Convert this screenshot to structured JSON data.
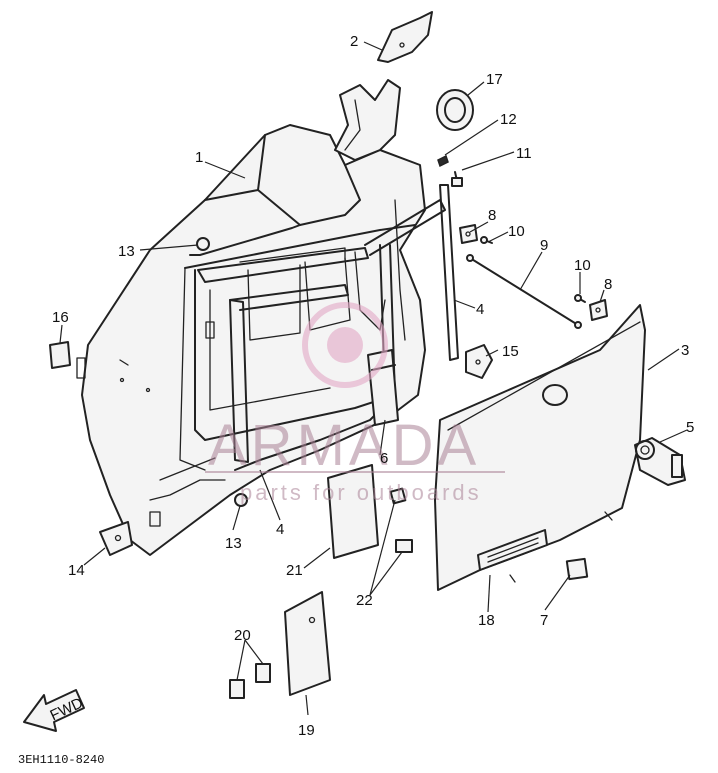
{
  "diagram": {
    "callouts": [
      {
        "id": "c1",
        "label": "1"
      },
      {
        "id": "c2",
        "label": "2"
      },
      {
        "id": "c3",
        "label": "3"
      },
      {
        "id": "c4a",
        "label": "4"
      },
      {
        "id": "c4b",
        "label": "4"
      },
      {
        "id": "c5",
        "label": "5"
      },
      {
        "id": "c6",
        "label": "6"
      },
      {
        "id": "c7",
        "label": "7"
      },
      {
        "id": "c8a",
        "label": "8"
      },
      {
        "id": "c8b",
        "label": "8"
      },
      {
        "id": "c9",
        "label": "9"
      },
      {
        "id": "c10a",
        "label": "10"
      },
      {
        "id": "c10b",
        "label": "10"
      },
      {
        "id": "c11",
        "label": "11"
      },
      {
        "id": "c12",
        "label": "12"
      },
      {
        "id": "c13a",
        "label": "13"
      },
      {
        "id": "c13b",
        "label": "13"
      },
      {
        "id": "c14",
        "label": "14"
      },
      {
        "id": "c15",
        "label": "15"
      },
      {
        "id": "c16",
        "label": "16"
      },
      {
        "id": "c17",
        "label": "17"
      },
      {
        "id": "c18",
        "label": "18"
      },
      {
        "id": "c19",
        "label": "19"
      },
      {
        "id": "c20",
        "label": "20"
      },
      {
        "id": "c21",
        "label": "21"
      },
      {
        "id": "c22",
        "label": "22"
      }
    ],
    "fwd_label": "FWD",
    "part_code": "3EH1110-8240",
    "watermark": {
      "brand": "ARMADA",
      "tagline": "parts for outboards",
      "color": "#d9a3c0"
    }
  }
}
